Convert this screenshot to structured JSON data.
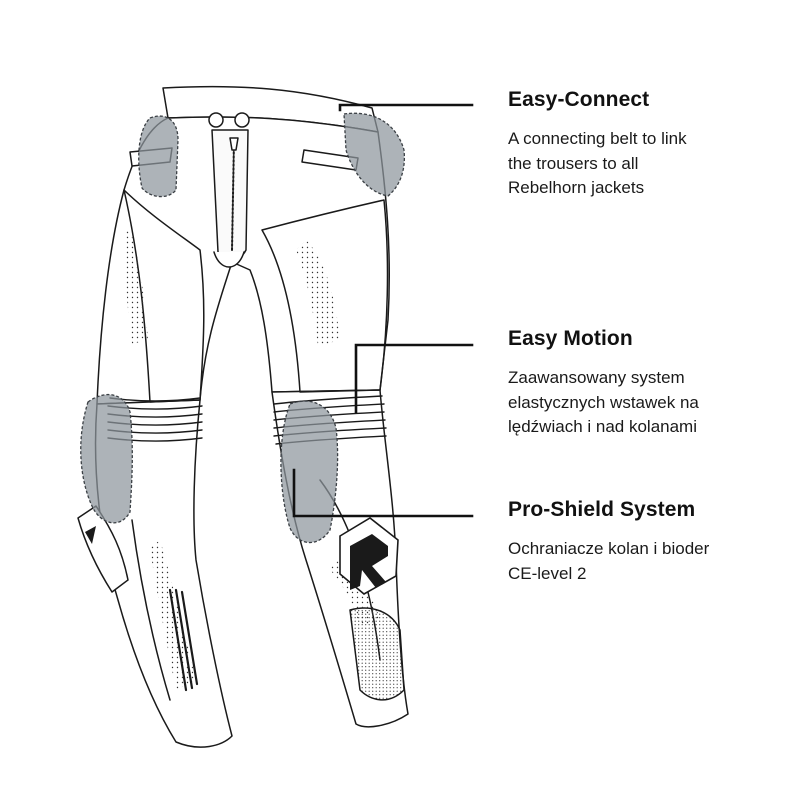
{
  "features": [
    {
      "title": "Easy-Connect",
      "lines": [
        "A connecting belt to link",
        "the trousers to all",
        "Rebelhorn jackets"
      ]
    },
    {
      "title": "Easy Motion",
      "lines": [
        "Zaawansowany system",
        "elastycznych wstawek na",
        "lędźwiach i nad kolanami"
      ]
    },
    {
      "title": "Pro-Shield System",
      "lines": [
        "Ochraniacze kolan i bioder",
        "CE-level 2"
      ]
    }
  ],
  "colors": {
    "outline": "#1a1a1a",
    "protector": "#8e959c",
    "leader_line": "#111111",
    "text": "#111111"
  },
  "icons": [
    "rebelhorn-logo-icon"
  ]
}
